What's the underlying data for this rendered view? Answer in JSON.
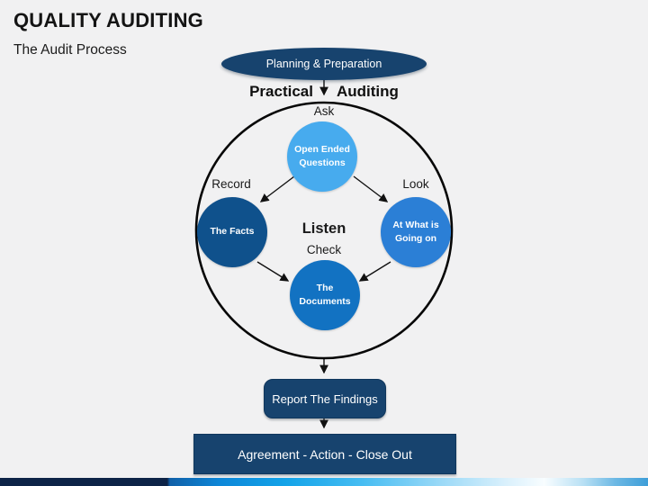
{
  "slide": {
    "title": "QUALITY AUDITING",
    "subtitle": "The Audit Process"
  },
  "flow": {
    "planning_stage": "Planning & Preparation",
    "phase_word_left": "Practical",
    "phase_word_right": "Auditing",
    "report_stage": "Report The Findings",
    "closeout_stage": "Agreement - Action - Close Out"
  },
  "cycle": {
    "top_label": "Ask",
    "left_label": "Record",
    "right_label": "Look",
    "center_label": "Listen",
    "center_sub_label": "Check",
    "nodes": [
      {
        "name": "open-ended-questions",
        "line1": "Open Ended",
        "line2": "Questions",
        "color": "#47abee"
      },
      {
        "name": "the-facts",
        "line1": "The Facts",
        "line2": "",
        "color": "#0f518c"
      },
      {
        "name": "at-what-is-going-on",
        "line1": "At What is",
        "line2": "Going on",
        "color": "#2b7fd6"
      },
      {
        "name": "the-documents",
        "line1": "The",
        "line2": "Documents",
        "color": "#1272c2"
      }
    ]
  },
  "colors": {
    "background": "#f1f1f2",
    "stage_fill": "#17436e",
    "text_on_stage": "#ffffff",
    "cycle_ring_stroke": "#070707",
    "footer_navy": "#0d2347",
    "footer_bright_blue": "#0e96e2",
    "footer_light": "#f8fdff",
    "footer_right_blue": "#3e9ed8"
  }
}
